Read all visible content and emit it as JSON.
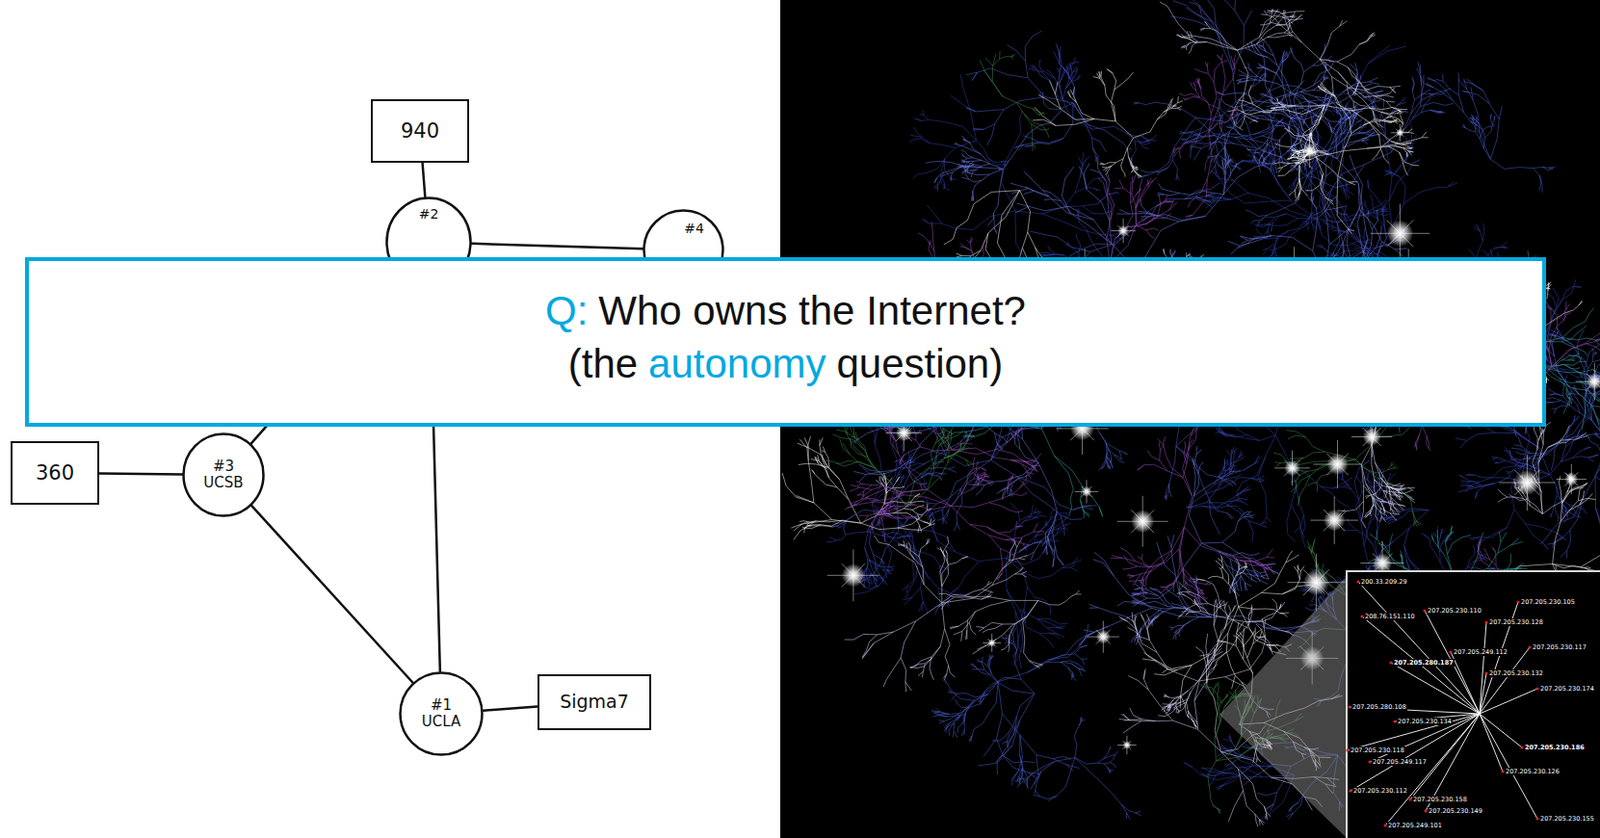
{
  "diagram": {
    "nodes": [
      {
        "text": [
          "940"
        ]
      },
      {
        "text": [
          "#2"
        ]
      },
      {
        "text": [
          "#4"
        ]
      },
      {
        "text": [
          "Q:",
          "Who owns the Internet?",
          "(the",
          "autonomy",
          "question)"
        ]
      },
      {
        "text": [
          "360"
        ]
      },
      {
        "text": [
          "#3",
          "UCSB"
        ]
      },
      {
        "text": [
          "#1",
          "UCLA"
        ]
      },
      {
        "text": [
          "Sigma7"
        ]
      }
    ],
    "edges": [
      {
        "from": 0,
        "to": 1,
        "arrow": "none"
      },
      {
        "from": 1,
        "to": 2,
        "arrow": "none"
      },
      {
        "from": 1,
        "to": 6,
        "arrow": "none"
      },
      {
        "from": 5,
        "to": 1,
        "arrow": "none"
      },
      {
        "from": 4,
        "to": 5,
        "arrow": "none"
      },
      {
        "from": 5,
        "to": 6,
        "arrow": "none"
      },
      {
        "from": 6,
        "to": 7,
        "arrow": "none"
      }
    ],
    "labels": [
      "200.33.209.29",
      "208.76.151.110",
      "207.205.230.110",
      "207.205.230.105",
      "207.205.230.128",
      "207.205.230.117",
      "207.205.249.112",
      "207.205.280.187",
      "207.205.230.132",
      "207.205.230.174",
      "207.205.280.108",
      "207.205.230.134",
      "207.205.230.118",
      "207.205.249.117",
      "207.205.230.186",
      "207.205.230.126",
      "207.205.230.112",
      "207.205.230.158",
      "207.205.230.149",
      "207.205.249.101",
      "207.205.230.155"
    ]
  }
}
